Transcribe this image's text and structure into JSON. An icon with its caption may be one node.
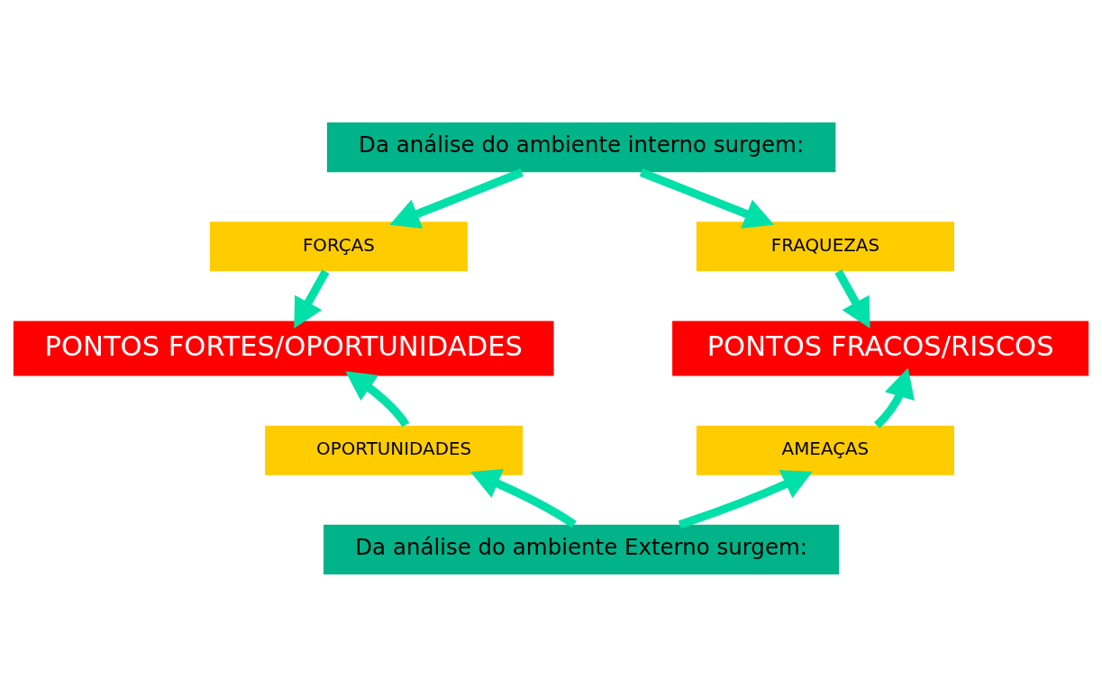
{
  "diagram": {
    "nodes": [
      {
        "text": [
          "Da análise do ambiente interno surgem:"
        ]
      },
      {
        "text": [
          "FORÇAS"
        ]
      },
      {
        "text": [
          "FRAQUEZAS"
        ]
      },
      {
        "text": [
          "PONTOS FORTES/OPORTUNIDADES"
        ]
      },
      {
        "text": [
          "PONTOS FRACOS/RISCOS"
        ]
      },
      {
        "text": [
          "OPORTUNIDADES"
        ]
      },
      {
        "text": [
          "AMEAÇAS"
        ]
      },
      {
        "text": [
          "Da análise do ambiente Externo surgem:"
        ]
      }
    ],
    "edges": [
      {
        "from": 0,
        "to": 1,
        "arrow": "to"
      },
      {
        "from": 0,
        "to": 2,
        "arrow": "to"
      },
      {
        "from": 1,
        "to": 3,
        "arrow": "to"
      },
      {
        "from": 2,
        "to": 4,
        "arrow": "to"
      },
      {
        "from": 5,
        "to": 3,
        "arrow": "to"
      },
      {
        "from": 6,
        "to": 4,
        "arrow": "to"
      },
      {
        "from": 7,
        "to": 5,
        "arrow": "to"
      },
      {
        "from": 7,
        "to": 6,
        "arrow": "to"
      }
    ]
  }
}
